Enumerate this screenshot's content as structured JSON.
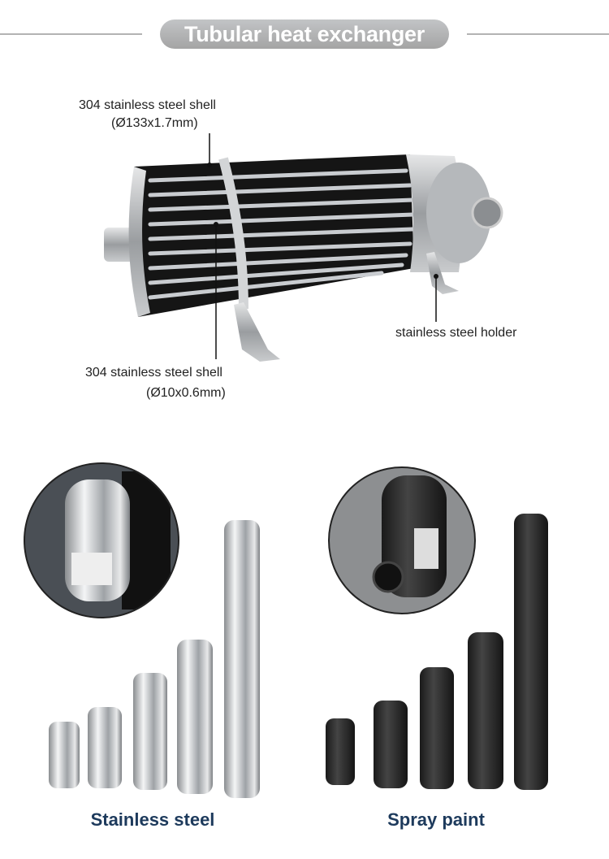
{
  "header": {
    "title": "Tubular heat exchanger"
  },
  "diagram": {
    "shell_label": "304 stainless steel shell",
    "shell_spec": "(Ø133x1.7mm)",
    "tube_label": "304 stainless steel shell",
    "tube_spec": "(Ø10x0.6mm)",
    "holder_label": "stainless steel holder"
  },
  "variants": [
    {
      "label": "Stainless steel",
      "color": "#c8cbcf"
    },
    {
      "label": "Spray paint",
      "color": "#2a2a2a"
    }
  ],
  "caption_color": "#1d3a5c"
}
